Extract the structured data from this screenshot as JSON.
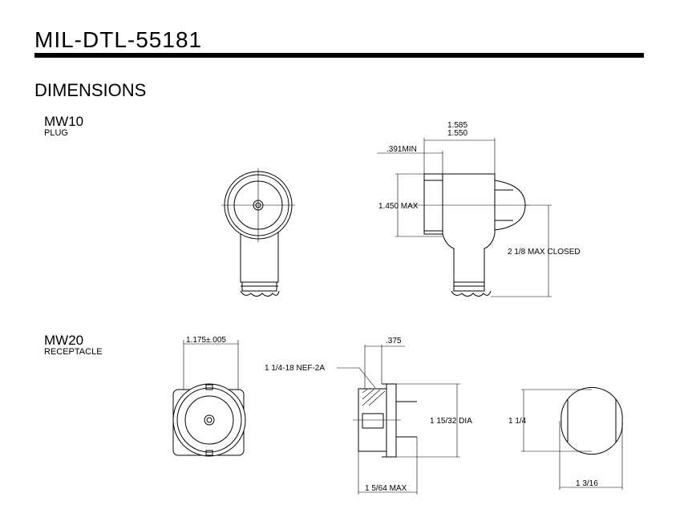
{
  "title": "MIL-DTL-55181",
  "heading": "DIMENSIONS",
  "mw10": {
    "model": "MW10",
    "type": "PLUG",
    "dims": {
      "d1585": "1.585",
      "d1550": "1.550",
      "d391": ".391MIN",
      "d1450": "1.450 MAX",
      "d218": "2 1/8 MAX CLOSED"
    }
  },
  "mw20": {
    "model": "MW20",
    "type": "RECEPTACLE",
    "dims": {
      "d1175": "1.175±.005",
      "d375": ".375",
      "thread": "1 1/4-18 NEF-2A",
      "d11532": "1 15/32 DIA",
      "d1564": "1 5/64 MAX",
      "d114": "1 1/4",
      "d1316": "1 3/16"
    }
  }
}
